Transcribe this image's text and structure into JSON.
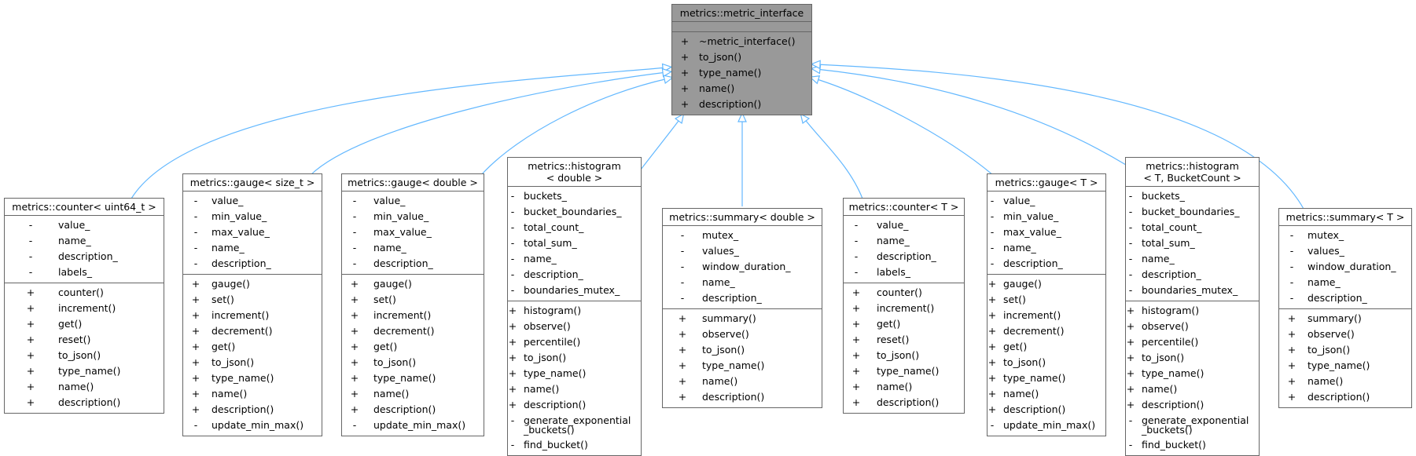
{
  "colors": {
    "base_fill": "#999999",
    "edge": "#63b8ff",
    "border": "#666666"
  },
  "base": {
    "title": [
      "metrics::metric_interface"
    ],
    "attributes": [],
    "methods": [
      {
        "v": "+",
        "n": "~metric_interface()"
      },
      {
        "v": "+",
        "n": "to_json()"
      },
      {
        "v": "+",
        "n": "type_name()"
      },
      {
        "v": "+",
        "n": "name()"
      },
      {
        "v": "+",
        "n": "description()"
      }
    ]
  },
  "classes": [
    {
      "id": "counter-uint64",
      "title": [
        "metrics::counter< uint64_t >"
      ],
      "attributes": [
        {
          "v": "-",
          "n": "value_"
        },
        {
          "v": "-",
          "n": "name_"
        },
        {
          "v": "-",
          "n": "description_"
        },
        {
          "v": "-",
          "n": "labels_"
        }
      ],
      "methods": [
        {
          "v": "+",
          "n": "counter()"
        },
        {
          "v": "+",
          "n": "increment()"
        },
        {
          "v": "+",
          "n": "get()"
        },
        {
          "v": "+",
          "n": "reset()"
        },
        {
          "v": "+",
          "n": "to_json()"
        },
        {
          "v": "+",
          "n": "type_name()"
        },
        {
          "v": "+",
          "n": "name()"
        },
        {
          "v": "+",
          "n": "description()"
        }
      ]
    },
    {
      "id": "gauge-size-t",
      "title": [
        "metrics::gauge< size_t >"
      ],
      "attributes": [
        {
          "v": "-",
          "n": "value_"
        },
        {
          "v": "-",
          "n": "min_value_"
        },
        {
          "v": "-",
          "n": "max_value_"
        },
        {
          "v": "-",
          "n": "name_"
        },
        {
          "v": "-",
          "n": "description_"
        }
      ],
      "methods": [
        {
          "v": "+",
          "n": "gauge()"
        },
        {
          "v": "+",
          "n": "set()"
        },
        {
          "v": "+",
          "n": "increment()"
        },
        {
          "v": "+",
          "n": "decrement()"
        },
        {
          "v": "+",
          "n": "get()"
        },
        {
          "v": "+",
          "n": "to_json()"
        },
        {
          "v": "+",
          "n": "type_name()"
        },
        {
          "v": "+",
          "n": "name()"
        },
        {
          "v": "+",
          "n": "description()"
        },
        {
          "v": "-",
          "n": "update_min_max()"
        }
      ]
    },
    {
      "id": "gauge-double",
      "title": [
        "metrics::gauge< double >"
      ],
      "attributes": [
        {
          "v": "-",
          "n": "value_"
        },
        {
          "v": "-",
          "n": "min_value_"
        },
        {
          "v": "-",
          "n": "max_value_"
        },
        {
          "v": "-",
          "n": "name_"
        },
        {
          "v": "-",
          "n": "description_"
        }
      ],
      "methods": [
        {
          "v": "+",
          "n": "gauge()"
        },
        {
          "v": "+",
          "n": "set()"
        },
        {
          "v": "+",
          "n": "increment()"
        },
        {
          "v": "+",
          "n": "decrement()"
        },
        {
          "v": "+",
          "n": "get()"
        },
        {
          "v": "+",
          "n": "to_json()"
        },
        {
          "v": "+",
          "n": "type_name()"
        },
        {
          "v": "+",
          "n": "name()"
        },
        {
          "v": "+",
          "n": "description()"
        },
        {
          "v": "-",
          "n": "update_min_max()"
        }
      ]
    },
    {
      "id": "histogram-double",
      "title": [
        "metrics::histogram",
        "< double >"
      ],
      "attributes": [
        {
          "v": "-",
          "n": "buckets_"
        },
        {
          "v": "-",
          "n": "bucket_boundaries_"
        },
        {
          "v": "-",
          "n": "total_count_"
        },
        {
          "v": "-",
          "n": "total_sum_"
        },
        {
          "v": "-",
          "n": "name_"
        },
        {
          "v": "-",
          "n": "description_"
        },
        {
          "v": "-",
          "n": "boundaries_mutex_"
        }
      ],
      "methods": [
        {
          "v": "+",
          "n": "histogram()"
        },
        {
          "v": "+",
          "n": "observe()"
        },
        {
          "v": "+",
          "n": "percentile()"
        },
        {
          "v": "+",
          "n": "to_json()"
        },
        {
          "v": "+",
          "n": "type_name()"
        },
        {
          "v": "+",
          "n": "name()"
        },
        {
          "v": "+",
          "n": "description()"
        },
        {
          "v": "-",
          "n": "generate_exponential",
          "n2": "_buckets()"
        },
        {
          "v": "-",
          "n": "find_bucket()"
        }
      ]
    },
    {
      "id": "summary-double",
      "title": [
        "metrics::summary< double >"
      ],
      "attributes": [
        {
          "v": "-",
          "n": "mutex_"
        },
        {
          "v": "-",
          "n": "values_"
        },
        {
          "v": "-",
          "n": "window_duration_"
        },
        {
          "v": "-",
          "n": "name_"
        },
        {
          "v": "-",
          "n": "description_"
        }
      ],
      "methods": [
        {
          "v": "+",
          "n": "summary()"
        },
        {
          "v": "+",
          "n": "observe()"
        },
        {
          "v": "+",
          "n": "to_json()"
        },
        {
          "v": "+",
          "n": "type_name()"
        },
        {
          "v": "+",
          "n": "name()"
        },
        {
          "v": "+",
          "n": "description()"
        }
      ]
    },
    {
      "id": "counter-t",
      "title": [
        "metrics::counter< T >"
      ],
      "attributes": [
        {
          "v": "-",
          "n": "value_"
        },
        {
          "v": "-",
          "n": "name_"
        },
        {
          "v": "-",
          "n": "description_"
        },
        {
          "v": "-",
          "n": "labels_"
        }
      ],
      "methods": [
        {
          "v": "+",
          "n": "counter()"
        },
        {
          "v": "+",
          "n": "increment()"
        },
        {
          "v": "+",
          "n": "get()"
        },
        {
          "v": "+",
          "n": "reset()"
        },
        {
          "v": "+",
          "n": "to_json()"
        },
        {
          "v": "+",
          "n": "type_name()"
        },
        {
          "v": "+",
          "n": "name()"
        },
        {
          "v": "+",
          "n": "description()"
        }
      ]
    },
    {
      "id": "gauge-t",
      "title": [
        "metrics::gauge< T >"
      ],
      "attributes": [
        {
          "v": "-",
          "n": "value_"
        },
        {
          "v": "-",
          "n": "min_value_"
        },
        {
          "v": "-",
          "n": "max_value_"
        },
        {
          "v": "-",
          "n": "name_"
        },
        {
          "v": "-",
          "n": "description_"
        }
      ],
      "methods": [
        {
          "v": "+",
          "n": "gauge()"
        },
        {
          "v": "+",
          "n": "set()"
        },
        {
          "v": "+",
          "n": "increment()"
        },
        {
          "v": "+",
          "n": "decrement()"
        },
        {
          "v": "+",
          "n": "get()"
        },
        {
          "v": "+",
          "n": "to_json()"
        },
        {
          "v": "+",
          "n": "type_name()"
        },
        {
          "v": "+",
          "n": "name()"
        },
        {
          "v": "+",
          "n": "description()"
        },
        {
          "v": "-",
          "n": "update_min_max()"
        }
      ]
    },
    {
      "id": "histogram-t-bucketcount",
      "title": [
        "metrics::histogram",
        "< T, BucketCount >"
      ],
      "attributes": [
        {
          "v": "-",
          "n": "buckets_"
        },
        {
          "v": "-",
          "n": "bucket_boundaries_"
        },
        {
          "v": "-",
          "n": "total_count_"
        },
        {
          "v": "-",
          "n": "total_sum_"
        },
        {
          "v": "-",
          "n": "name_"
        },
        {
          "v": "-",
          "n": "description_"
        },
        {
          "v": "-",
          "n": "boundaries_mutex_"
        }
      ],
      "methods": [
        {
          "v": "+",
          "n": "histogram()"
        },
        {
          "v": "+",
          "n": "observe()"
        },
        {
          "v": "+",
          "n": "percentile()"
        },
        {
          "v": "+",
          "n": "to_json()"
        },
        {
          "v": "+",
          "n": "type_name()"
        },
        {
          "v": "+",
          "n": "name()"
        },
        {
          "v": "+",
          "n": "description()"
        },
        {
          "v": "-",
          "n": "generate_exponential",
          "n2": "_buckets()"
        },
        {
          "v": "-",
          "n": "find_bucket()"
        }
      ]
    },
    {
      "id": "summary-t",
      "title": [
        "metrics::summary< T >"
      ],
      "attributes": [
        {
          "v": "-",
          "n": "mutex_"
        },
        {
          "v": "-",
          "n": "values_"
        },
        {
          "v": "-",
          "n": "window_duration_"
        },
        {
          "v": "-",
          "n": "name_"
        },
        {
          "v": "-",
          "n": "description_"
        }
      ],
      "methods": [
        {
          "v": "+",
          "n": "summary()"
        },
        {
          "v": "+",
          "n": "observe()"
        },
        {
          "v": "+",
          "n": "to_json()"
        },
        {
          "v": "+",
          "n": "type_name()"
        },
        {
          "v": "+",
          "n": "name()"
        },
        {
          "v": "+",
          "n": "description()"
        }
      ]
    }
  ]
}
